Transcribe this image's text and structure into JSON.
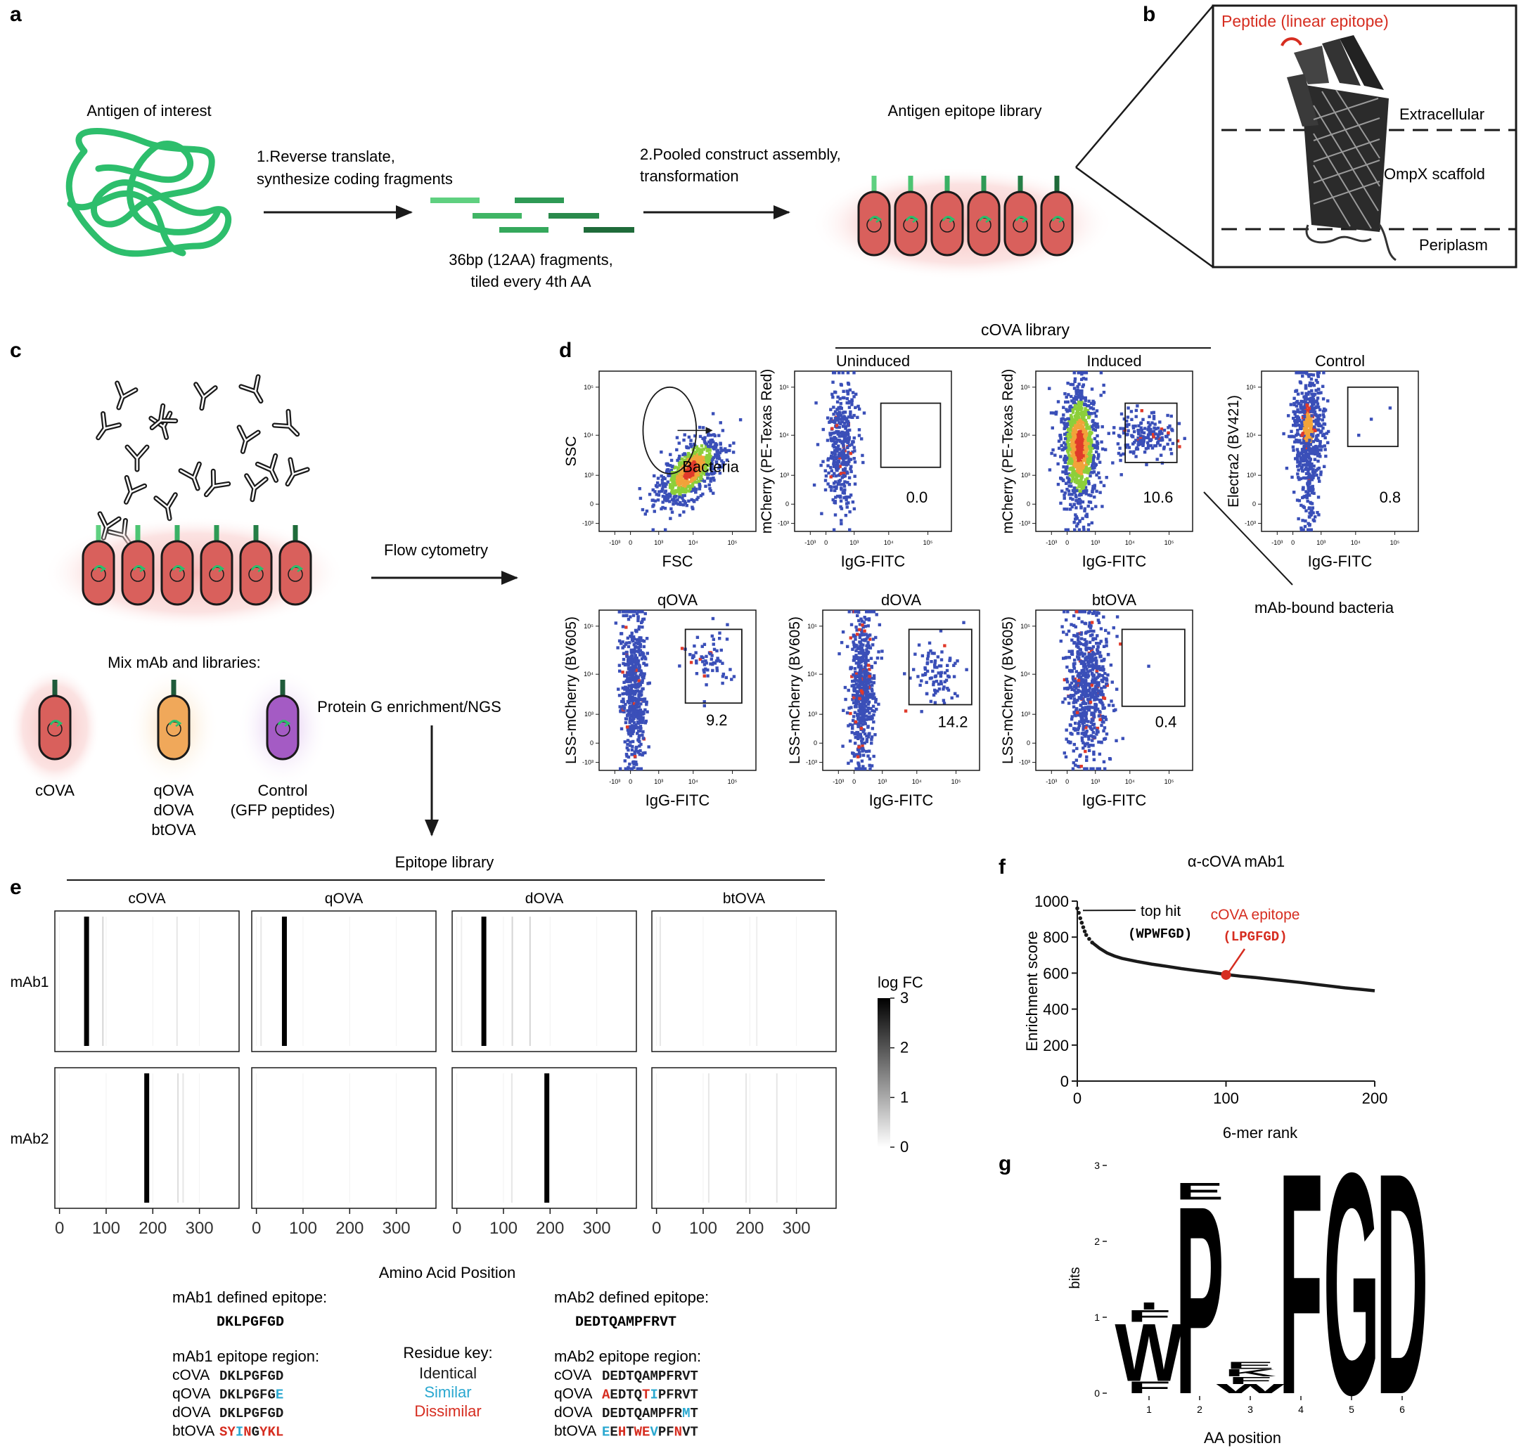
{
  "panel_letters": {
    "a": "a",
    "b": "b",
    "c": "c",
    "d": "d",
    "e": "e",
    "f": "f",
    "g": "g"
  },
  "panel_a": {
    "antigen_label": "Antigen of interest",
    "step1_line1": "1.Reverse translate,",
    "step1_line2": "synthesize coding fragments",
    "fragments_line1": "36bp (12AA) fragments,",
    "fragments_line2": "tiled every 4th AA",
    "step2_line1": "2.Pooled construct assembly,",
    "step2_line2": "transformation",
    "library_label": "Antigen epitope library",
    "colors": {
      "antigen": "#2dbe6c",
      "cell_fill": "#d9605c",
      "cell_glow": "#f4b9b8"
    }
  },
  "panel_b": {
    "peptide_label": "Peptide (linear epitope)",
    "extracellular": "Extracellular",
    "scaffold": "OmpX scaffold",
    "periplasm": "Periplasm",
    "peptide_color": "#d62d20"
  },
  "panel_c": {
    "flow_label": "Flow cytometry",
    "mix_label": "Mix mAb and libraries:",
    "enrich_label": "Protein G enrichment/NGS",
    "lib_cova": "cOVA",
    "lib_q": "qOVA",
    "lib_d": "dOVA",
    "lib_bt": "btOVA",
    "control_line1": "Control",
    "control_line2": "(GFP peptides)",
    "colors": {
      "cova": "#d9605c",
      "qdbt": "#f0a85a",
      "control": "#a45bc4"
    }
  },
  "panel_d": {
    "cova_library_header": "cOVA library",
    "mab_bound": "mAb-bound bacteria",
    "tick_neg3": "-10³",
    "tick_0": "0",
    "tick_3": "10³",
    "tick_4": "10⁴",
    "tick_5": "10⁵",
    "plots": [
      {
        "title": "",
        "ylabel": "SSC",
        "xlabel": "FSC",
        "gate_value": "Bacteria",
        "gate_type": "ellipse"
      },
      {
        "title": "Uninduced",
        "ylabel": "mCherry (PE-Texas Red)",
        "xlabel": "IgG-FITC",
        "gate_value": "0.0",
        "gate_type": "rect"
      },
      {
        "title": "Induced",
        "ylabel": "mCherry (PE-Texas Red)",
        "xlabel": "IgG-FITC",
        "gate_value": "10.6",
        "gate_type": "rect"
      },
      {
        "title": "Control",
        "ylabel": "Electra2 (BV421)",
        "xlabel": "IgG-FITC",
        "gate_value": "0.8",
        "gate_type": "rect"
      },
      {
        "title": "qOVA",
        "ylabel": "LSS-mCherry (BV605)",
        "xlabel": "IgG-FITC",
        "gate_value": "9.2",
        "gate_type": "rect"
      },
      {
        "title": "dOVA",
        "ylabel": "LSS-mCherry (BV605)",
        "xlabel": "IgG-FITC",
        "gate_value": "14.2",
        "gate_type": "rect"
      },
      {
        "title": "btOVA",
        "ylabel": "LSS-mCherry (BV605)",
        "xlabel": "IgG-FITC",
        "gate_value": "0.4",
        "gate_type": "rect"
      }
    ],
    "colors": {
      "low": "#3a4fb8",
      "mid": "#8ccf3a",
      "mid2": "#f2a33a",
      "high": "#e03a2a"
    }
  },
  "chart_data": [
    {
      "type": "heatmap",
      "title": "Epitope library",
      "columns": [
        "cOVA",
        "qOVA",
        "dOVA",
        "btOVA"
      ],
      "rows": [
        "mAb1",
        "mAb2"
      ],
      "xlabel": "Amino Acid Position",
      "x_ticks": [
        0,
        100,
        200,
        300
      ],
      "xlim": [
        -10,
        385
      ],
      "colorbar_title": "log FC",
      "colorbar_ticks": [
        0,
        1,
        2,
        3
      ],
      "colorbar_range": [
        0,
        3
      ],
      "cells": [
        {
          "row": "mAb1",
          "col": "cOVA",
          "peaks": [
            {
              "pos": 58,
              "logfc": 3
            },
            {
              "pos": 93,
              "logfc": 0.5
            },
            {
              "pos": 252,
              "logfc": 0.3
            }
          ]
        },
        {
          "row": "mAb1",
          "col": "qOVA",
          "peaks": [
            {
              "pos": 60,
              "logfc": 3
            },
            {
              "pos": 10,
              "logfc": 0.3
            }
          ]
        },
        {
          "row": "mAb1",
          "col": "dOVA",
          "peaks": [
            {
              "pos": 58,
              "logfc": 3
            },
            {
              "pos": 119,
              "logfc": 0.5
            },
            {
              "pos": 157,
              "logfc": 0.5
            },
            {
              "pos": 10,
              "logfc": 0.2
            }
          ]
        },
        {
          "row": "mAb1",
          "col": "btOVA",
          "peaks": [
            {
              "pos": 8,
              "logfc": 0.3
            },
            {
              "pos": 215,
              "logfc": 0.2
            }
          ]
        },
        {
          "row": "mAb2",
          "col": "cOVA",
          "peaks": [
            {
              "pos": 187,
              "logfc": 3
            },
            {
              "pos": 254,
              "logfc": 0.4
            },
            {
              "pos": 265,
              "logfc": 0.3
            }
          ]
        },
        {
          "row": "mAb2",
          "col": "qOVA",
          "peaks": []
        },
        {
          "row": "mAb2",
          "col": "dOVA",
          "peaks": [
            {
              "pos": 193,
              "logfc": 3
            },
            {
              "pos": 118,
              "logfc": 0.3
            }
          ]
        },
        {
          "row": "mAb2",
          "col": "btOVA",
          "peaks": [
            {
              "pos": 112,
              "logfc": 0.3
            },
            {
              "pos": 192,
              "logfc": 0.3
            },
            {
              "pos": 258,
              "logfc": 0.3
            }
          ]
        }
      ]
    },
    {
      "type": "line",
      "title": "α-cOVA mAb1",
      "xlabel": "6-mer rank",
      "ylabel": "Enrichment score",
      "xlim": [
        0,
        200
      ],
      "ylim": [
        0,
        1000
      ],
      "x_ticks": [
        0,
        100,
        200
      ],
      "y_ticks": [
        0,
        200,
        400,
        600,
        800,
        1000
      ],
      "points": [
        [
          0,
          960
        ],
        [
          1,
          935
        ],
        [
          2,
          905
        ],
        [
          3,
          880
        ],
        [
          4,
          855
        ],
        [
          5,
          832
        ],
        [
          6,
          812
        ],
        [
          8,
          790
        ],
        [
          10,
          770
        ],
        [
          15,
          738
        ],
        [
          20,
          712
        ],
        [
          25,
          695
        ],
        [
          30,
          682
        ],
        [
          40,
          665
        ],
        [
          50,
          650
        ],
        [
          60,
          638
        ],
        [
          70,
          625
        ],
        [
          80,
          614
        ],
        [
          90,
          604
        ],
        [
          100,
          592
        ],
        [
          110,
          583
        ],
        [
          120,
          575
        ],
        [
          130,
          566
        ],
        [
          140,
          557
        ],
        [
          150,
          548
        ],
        [
          160,
          538
        ],
        [
          170,
          528
        ],
        [
          180,
          518
        ],
        [
          190,
          510
        ],
        [
          200,
          502
        ]
      ],
      "annotations": [
        {
          "label": "top hit",
          "sequence": "(WPWFGD)",
          "rank": 0,
          "score": 960,
          "color": "#1a1a1a"
        },
        {
          "label": "cOVA epitope",
          "sequence": "(LPGFGD)",
          "rank": 100,
          "score": 590,
          "color": "#d62d20"
        }
      ]
    },
    {
      "type": "sequence_logo",
      "xlabel": "AA position",
      "ylabel": "bits",
      "ylim": [
        0,
        3
      ],
      "y_ticks": [
        0,
        1,
        2,
        3
      ],
      "positions": [
        1,
        2,
        3,
        4,
        5,
        6
      ],
      "stacks": [
        [
          {
            "letter": "F",
            "bits": 0.16
          },
          {
            "letter": "W",
            "bits": 0.78
          },
          {
            "letter": "F",
            "bits": 0.16
          },
          {
            "letter": "I",
            "bits": 0.1
          }
        ],
        [
          {
            "letter": "P",
            "bits": 2.55
          },
          {
            "letter": "E",
            "bits": 0.23
          }
        ],
        [
          {
            "letter": "W",
            "bits": 0.12
          },
          {
            "letter": "F",
            "bits": 0.1
          },
          {
            "letter": "K",
            "bits": 0.1
          },
          {
            "letter": "E",
            "bits": 0.1
          }
        ],
        [
          {
            "letter": "F",
            "bits": 3.0
          }
        ],
        [
          {
            "letter": "G",
            "bits": 3.0
          }
        ],
        [
          {
            "letter": "D",
            "bits": 3.0
          }
        ]
      ]
    }
  ],
  "epitope_text": {
    "mab1_defined_label": "mAb1 defined epitope:",
    "mab1_defined_seq": "DKLPGFGD",
    "mab1_region_label": "mAb1 epitope region:",
    "mab2_defined_label": "mAb2 defined epitope:",
    "mab2_defined_seq": "DEDTQAMPFRVT",
    "mab2_region_label": "mAb2 epitope region:",
    "residue_key_title": "Residue key:",
    "key_identical": "Identical",
    "key_similar": "Similar",
    "key_dissimilar": "Dissimilar",
    "key_colors": {
      "identical": "#1a1a1a",
      "similar": "#2aa8d0",
      "dissimilar": "#d62d20"
    },
    "mab1_rows": [
      {
        "name": "cOVA",
        "seq": "DKLPGFGD",
        "codes": "IIIIIIII"
      },
      {
        "name": "qOVA",
        "seq": "DKLPGFGE",
        "codes": "IIIIIIIS"
      },
      {
        "name": "dOVA",
        "seq": "DKLPGFGD",
        "codes": "IIIIIIII"
      },
      {
        "name": "btOVA",
        "seq": "SYINGYKL",
        "codes": "XXSXIXXX"
      }
    ],
    "mab2_rows": [
      {
        "name": "cOVA",
        "seq": "DEDTQAMPFRVT",
        "codes": "IIIIIIIIIIII"
      },
      {
        "name": "qOVA",
        "seq": "AEDTQTIPFRVT",
        "codes": "XIIIIXSIIIII"
      },
      {
        "name": "dOVA",
        "seq": "DEDTQAMPFRMT",
        "codes": "IIIIIIIIIISI"
      },
      {
        "name": "btOVA",
        "seq": "EEHTWEVPFNVT",
        "codes": "SIXIXXSIIXII"
      }
    ]
  }
}
